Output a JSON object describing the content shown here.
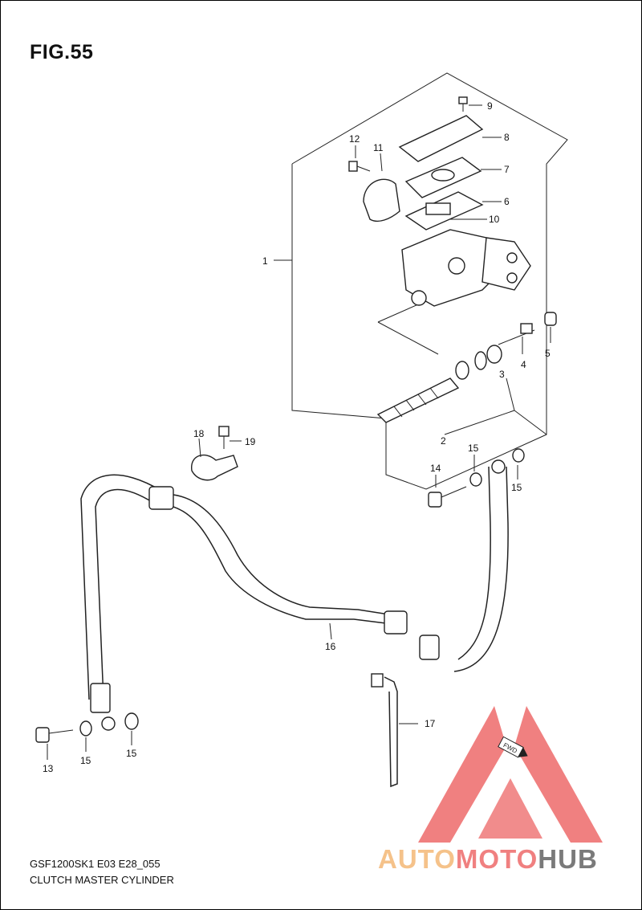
{
  "figure": {
    "title": "FIG.55",
    "code": "GSF1200SK1 E03 E28_055",
    "name": "CLUTCH MASTER CYLINDER"
  },
  "callouts": [
    "1",
    "2",
    "3",
    "4",
    "5",
    "6",
    "7",
    "8",
    "9",
    "10",
    "11",
    "12",
    "13",
    "14",
    "15",
    "15",
    "15",
    "15",
    "16",
    "17",
    "18",
    "19"
  ],
  "watermark": {
    "part1": "AUTO",
    "part2": "MOTO",
    "part3": "HUB",
    "badge": "FWD",
    "colors": {
      "triangle": "#f08080",
      "auto": "#f5c28a",
      "moto": "#f08080",
      "hub": "#7a7a7a"
    }
  }
}
